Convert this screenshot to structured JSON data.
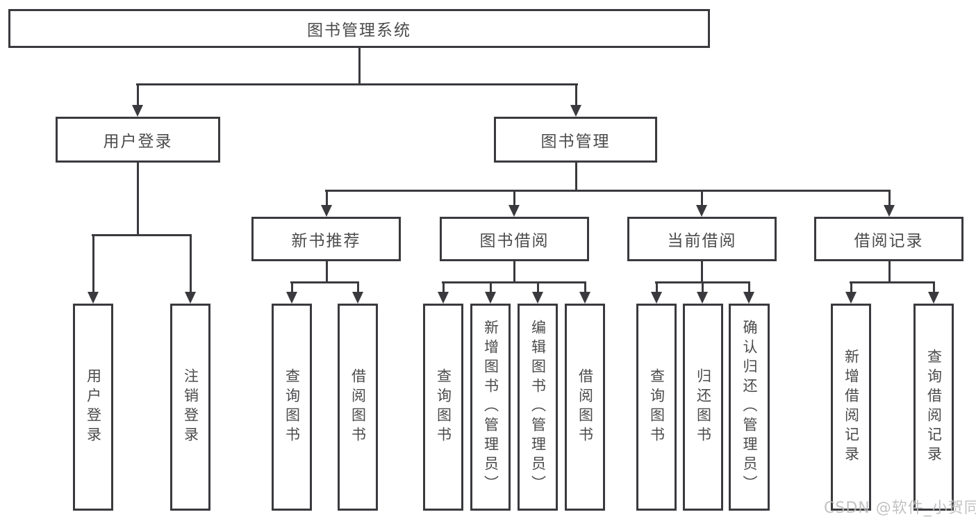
{
  "tree": {
    "root": {
      "label": "图书管理系统"
    },
    "branches": [
      {
        "label": "用户登录",
        "leaves": [
          {
            "label": "用户登录"
          },
          {
            "label": "注销登录"
          }
        ]
      },
      {
        "label": "图书管理",
        "groups": [
          {
            "label": "新书推荐",
            "leaves": [
              {
                "label": "查询图书"
              },
              {
                "label": "借阅图书"
              }
            ]
          },
          {
            "label": "图书借阅",
            "leaves": [
              {
                "label": "查询图书"
              },
              {
                "label": "新增图书（管理员）"
              },
              {
                "label": "编辑图书（管理员）"
              },
              {
                "label": "借阅图书"
              }
            ]
          },
          {
            "label": "当前借阅",
            "leaves": [
              {
                "label": "查询图书"
              },
              {
                "label": "归还图书"
              },
              {
                "label": "确认归还（管理员）"
              }
            ]
          },
          {
            "label": "借阅记录",
            "leaves": [
              {
                "label": "新增借阅记录"
              },
              {
                "label": "查询借阅记录"
              }
            ]
          }
        ]
      }
    ]
  },
  "watermark": {
    "text": "CSDN @软件_小贺同学"
  },
  "colors": {
    "line": "#3a3a3e",
    "text": "#4b4b4d",
    "watermark": "#bbbbbb",
    "background": "#ffffff"
  }
}
